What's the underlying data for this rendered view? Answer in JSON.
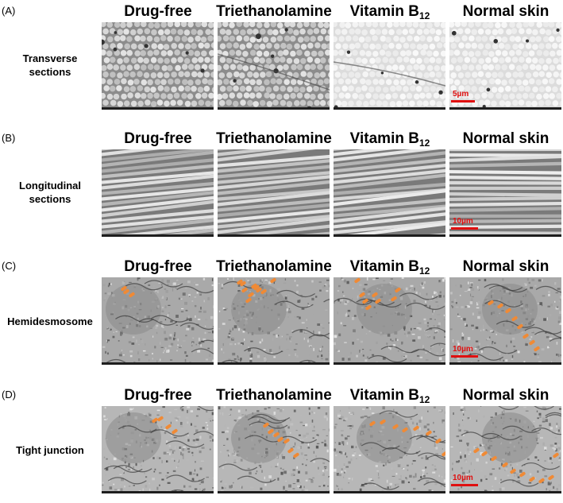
{
  "columns": [
    "Drug-free",
    "Triethanolamine",
    "Vitamin B",
    "Normal skin"
  ],
  "vitamin_subscript": "12",
  "panels": [
    {
      "letter": "(A)",
      "row_label": "Transverse sections",
      "scale_label": "5µm"
    },
    {
      "letter": "(B)",
      "row_label": "Longitudinal sections",
      "scale_label": "10µm"
    },
    {
      "letter": "(C)",
      "row_label": "Hemidesmosome",
      "scale_label": "10µm"
    },
    {
      "letter": "(D)",
      "row_label": "Tight junction",
      "scale_label": "10µm"
    }
  ],
  "colors": {
    "arrow": "#f08a35",
    "scale_bar": "#e01010"
  }
}
